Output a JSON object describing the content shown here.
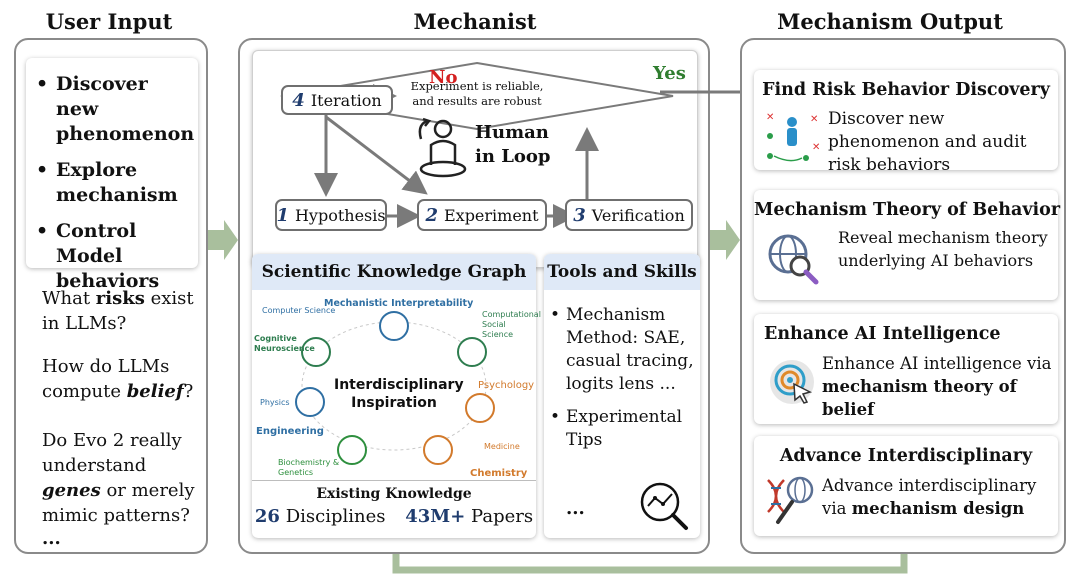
{
  "titles": {
    "user_input": "User Input",
    "mechanist": "Mechanist",
    "mechanism_output": "Mechanism Output"
  },
  "user_input": {
    "bullets": [
      "Discover new phenomenon",
      "Explore mechanism",
      "Control Model behaviors"
    ],
    "q1": {
      "a": "What ",
      "b": "risks",
      "c": " exist in LLMs?"
    },
    "q2": {
      "a": "How do LLMs compute ",
      "b": "belief",
      "c": "?"
    },
    "q3": {
      "a": "Do Evo 2 really understand ",
      "b": "genes",
      "c": " or merely mimic patterns?"
    },
    "ellipsis": "..."
  },
  "loop": {
    "no_label": "No",
    "yes_label": "Yes",
    "decision": "Experiment is reliable, and results are robust",
    "iteration": {
      "num": "4",
      "label": "Iteration"
    },
    "hypothesis": {
      "num": "1",
      "label": "Hypothesis"
    },
    "experiment": {
      "num": "2",
      "label": "Experiment"
    },
    "verification": {
      "num": "3",
      "label": "Verification"
    },
    "human_in_loop": "Human in Loop",
    "colors": {
      "no": "#d42020",
      "yes": "#2f7d2f",
      "num": "#1f3c6e"
    }
  },
  "knowledge_graph": {
    "title": "Scientific Knowledge Graph",
    "center": "Interdisciplinary Inspiration",
    "fields": {
      "mech_interp": "Mechanistic Interpretability",
      "computer_science": "Computer Science",
      "computational_social": "Computational Social Science",
      "cognitive_neuro": "Cognitive Neuroscience",
      "psychology": "Psychology",
      "physics": "Physics",
      "engineering": "Engineering",
      "biochem": "Biochemistry & Genetics",
      "medicine": "Medicine",
      "chemistry": "Chemistry",
      "dots": "..."
    },
    "existing": "Existing Knowledge",
    "disciplines_num": "26",
    "disciplines_label": "Disciplines",
    "papers_num": "43M+",
    "papers_label": "Papers"
  },
  "tools": {
    "title": "Tools and Skills",
    "items": [
      "Mechanism Method: SAE, casual tracing, logits lens ...",
      "Experimental Tips"
    ],
    "ellipsis": "..."
  },
  "outputs": [
    {
      "title": "Find Risk Behavior Discovery",
      "desc_a": "Discover new phenomenon and audit risk behaviors",
      "desc_b": "",
      "icon": "risk-discovery-icon"
    },
    {
      "title": "Mechanism Theory of Behavior",
      "desc_a": "Reveal mechanism theory underlying AI behaviors",
      "desc_b": "",
      "icon": "globe-magnifier-icon"
    },
    {
      "title": "Enhance AI Intelligence",
      "desc_a": "Enhance AI intelligence via ",
      "desc_b": "mechanism theory of belief",
      "icon": "target-cursor-icon"
    },
    {
      "title": "Advance Interdisciplinary",
      "desc_a": "Advance interdisciplinary via ",
      "desc_b": "mechanism design",
      "icon": "dna-magnifier-icon"
    }
  ],
  "colors": {
    "arrow_green": "#a9bf9d",
    "panel_border": "#8a8a8a",
    "kg_header": "#dfe9f7",
    "num_blue": "#1f3c6e"
  }
}
